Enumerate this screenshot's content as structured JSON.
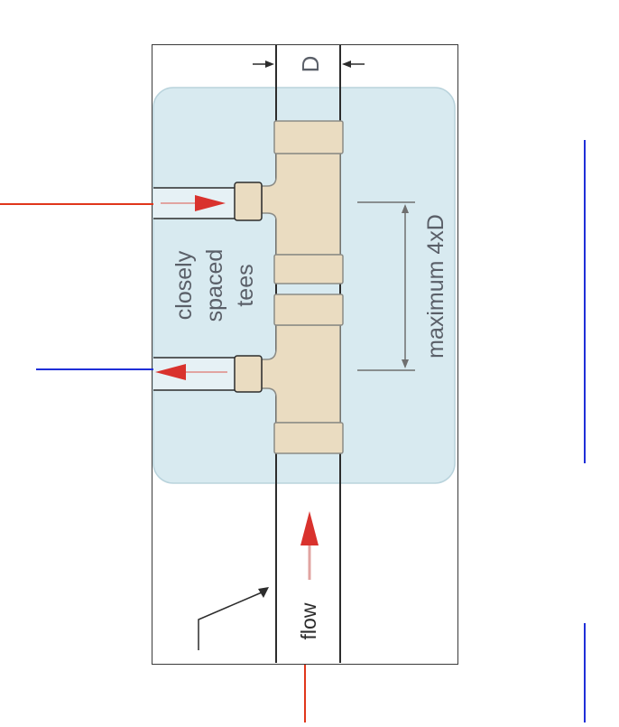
{
  "labels": {
    "dimension": "D",
    "spacing": "maximum 4xD",
    "tees_line1": "closely",
    "tees_line2": "spaced",
    "tees_line3": "tees",
    "flow": "flow"
  },
  "colors": {
    "zone_fill": "#d8eaf0",
    "zone_border": "#b9d3dc",
    "fitting_fill": "#eadcc1",
    "fitting_stroke": "#8b8b86",
    "pipe_stroke": "#2c2c2c",
    "text": "#5a5f68",
    "arrow_red": "#d9322d",
    "connector_red": "#e0361b",
    "connector_blue": "#1f2fd8"
  }
}
